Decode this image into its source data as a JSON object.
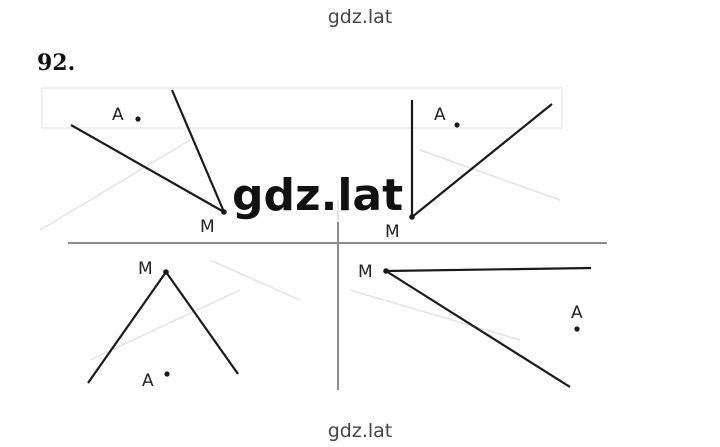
{
  "watermark": {
    "top": "gdz.lat",
    "center": "gdz.lat",
    "bottom": "gdz.lat"
  },
  "exercise_number": "92.",
  "labels": {
    "vertex": "M",
    "point": "A"
  }
}
